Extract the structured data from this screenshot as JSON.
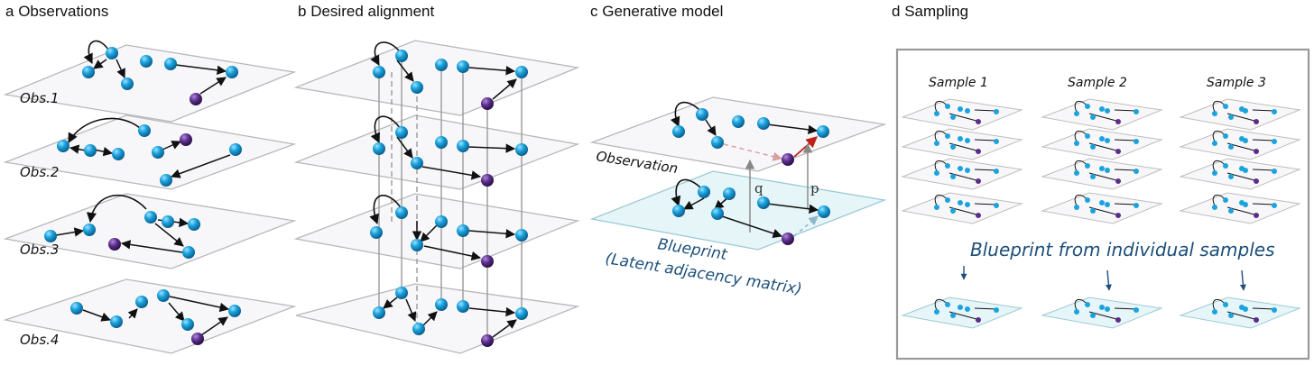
{
  "panels": {
    "a": {
      "letter": "a",
      "title": "Observations",
      "observation_labels": [
        "Obs.1",
        "Obs.2",
        "Obs.3",
        "Obs.4"
      ]
    },
    "b": {
      "letter": "b",
      "title": "Desired alignment"
    },
    "c": {
      "letter": "c",
      "title": "Generative model",
      "observation_label": "Observation",
      "blueprint_label": "Blueprint",
      "blueprint_sublabel": "(Latent adjacency matrix)",
      "q_label": "q",
      "p_label": "p"
    },
    "d": {
      "letter": "d",
      "title": "Sampling",
      "sample_titles": [
        "Sample 1",
        "Sample 2",
        "Sample 3"
      ],
      "caption": "Blueprint from individual samples"
    }
  },
  "colors": {
    "node_blue": "#1aa3dd",
    "node_purple": "#5b2d8c",
    "plane_fill": "#f7f7f9",
    "plane_stroke": "#b8b8bc",
    "blueprint_fill": "#e6f5f8",
    "blueprint_stroke": "#9ccad6",
    "caption_blue": "#1d4f7a",
    "red_edge": "#c0201a"
  }
}
